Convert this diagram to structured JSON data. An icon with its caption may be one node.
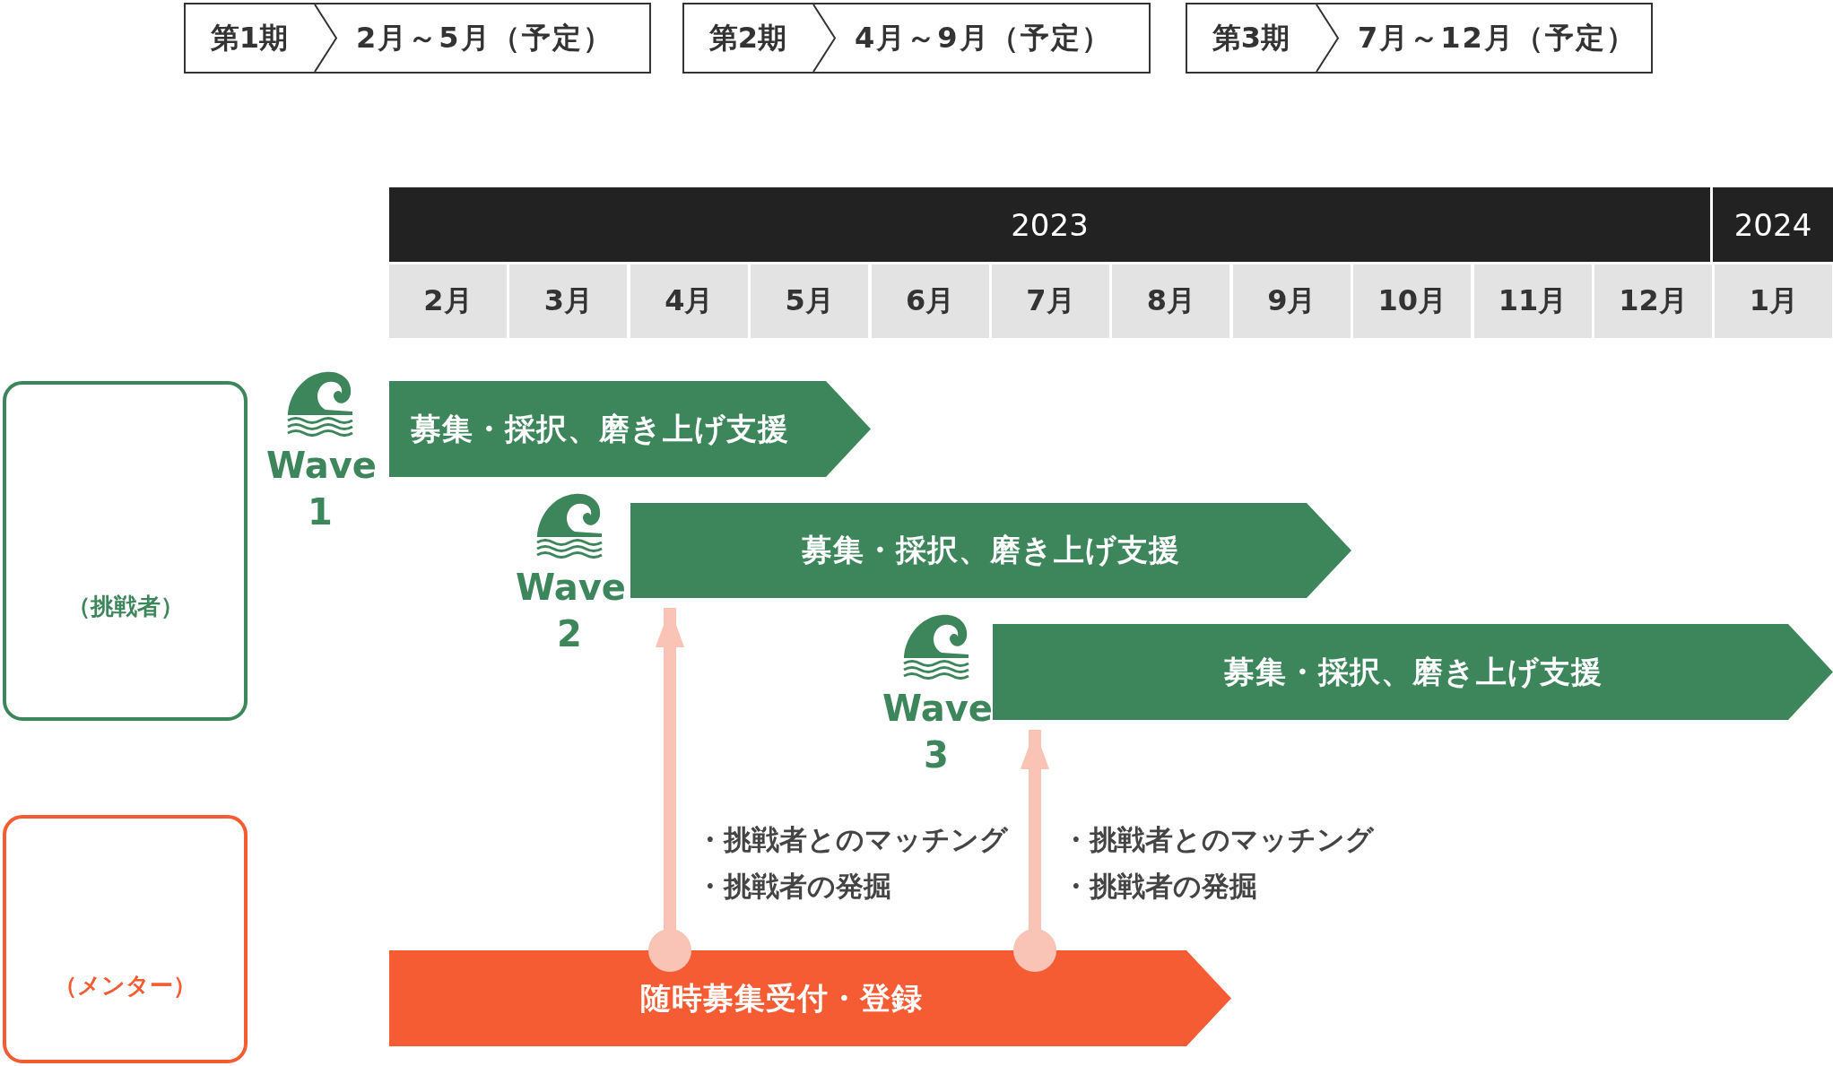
{
  "diagram": {
    "nodes": [
      {
        "text": [
          "第1期",
          "2月～5月（予定）"
        ]
      },
      {
        "text": [
          "第2期",
          "4月～9月（予定）"
        ]
      },
      {
        "text": [
          "第3期",
          "7月～12月（予定）"
        ]
      },
      {
        "text": [
          "2023"
        ]
      },
      {
        "text": [
          "2024"
        ]
      },
      {
        "text": [
          "2月"
        ]
      },
      {
        "text": [
          "3月"
        ]
      },
      {
        "text": [
          "4月"
        ]
      },
      {
        "text": [
          "5月"
        ]
      },
      {
        "text": [
          "6月"
        ]
      },
      {
        "text": [
          "7月"
        ]
      },
      {
        "text": [
          "8月"
        ]
      },
      {
        "text": [
          "9月"
        ]
      },
      {
        "text": [
          "10月"
        ]
      },
      {
        "text": [
          "11月"
        ]
      },
      {
        "text": [
          "12月"
        ]
      },
      {
        "text": [
          "1月"
        ]
      },
      {
        "text": [
          "（挑戦者）"
        ]
      },
      {
        "text": [
          "募集・採択、磨き上げ支援"
        ],
        "beside": [
          "Wave 1"
        ]
      },
      {
        "text": [
          "募集・採択、磨き上げ支援"
        ],
        "beside": [
          "Wave 2"
        ]
      },
      {
        "text": [
          "募集・採択、磨き上げ支援"
        ],
        "beside": [
          "Wave 3"
        ]
      },
      {
        "text": [
          "（メンター）"
        ]
      },
      {
        "text": [
          "随時募集受付・登録"
        ]
      }
    ],
    "edges": [
      {
        "from": 22,
        "to": 19,
        "arrow": "to"
      },
      {
        "from": 22,
        "to": 20,
        "arrow": "to"
      }
    ],
    "labels": [
      "・挑戦者とのマッチング",
      "・挑戦者の発掘",
      "・挑戦者とのマッチング",
      "・挑戦者の発掘"
    ]
  }
}
